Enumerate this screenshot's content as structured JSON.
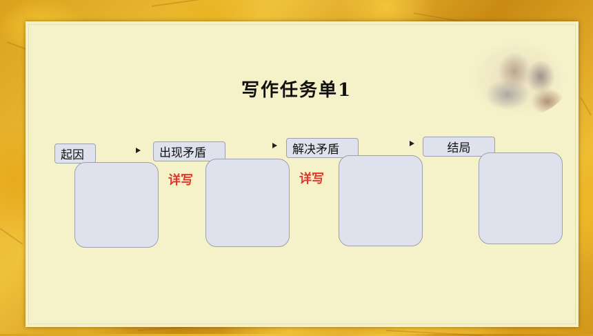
{
  "slide": {
    "title": "写作任务单1",
    "steps": [
      {
        "label": "起因"
      },
      {
        "label": "出现矛盾"
      },
      {
        "label": "解决矛盾"
      },
      {
        "label": "结局"
      }
    ],
    "annotations": [
      "详写",
      "详写"
    ],
    "icons": [
      "triangle-arrow",
      "triangle-arrow",
      "triangle-arrow"
    ],
    "colors": {
      "annotation": "#e2362a",
      "box_fill": "#dfe2ec",
      "slide_bg": "#f5f1c8"
    }
  }
}
